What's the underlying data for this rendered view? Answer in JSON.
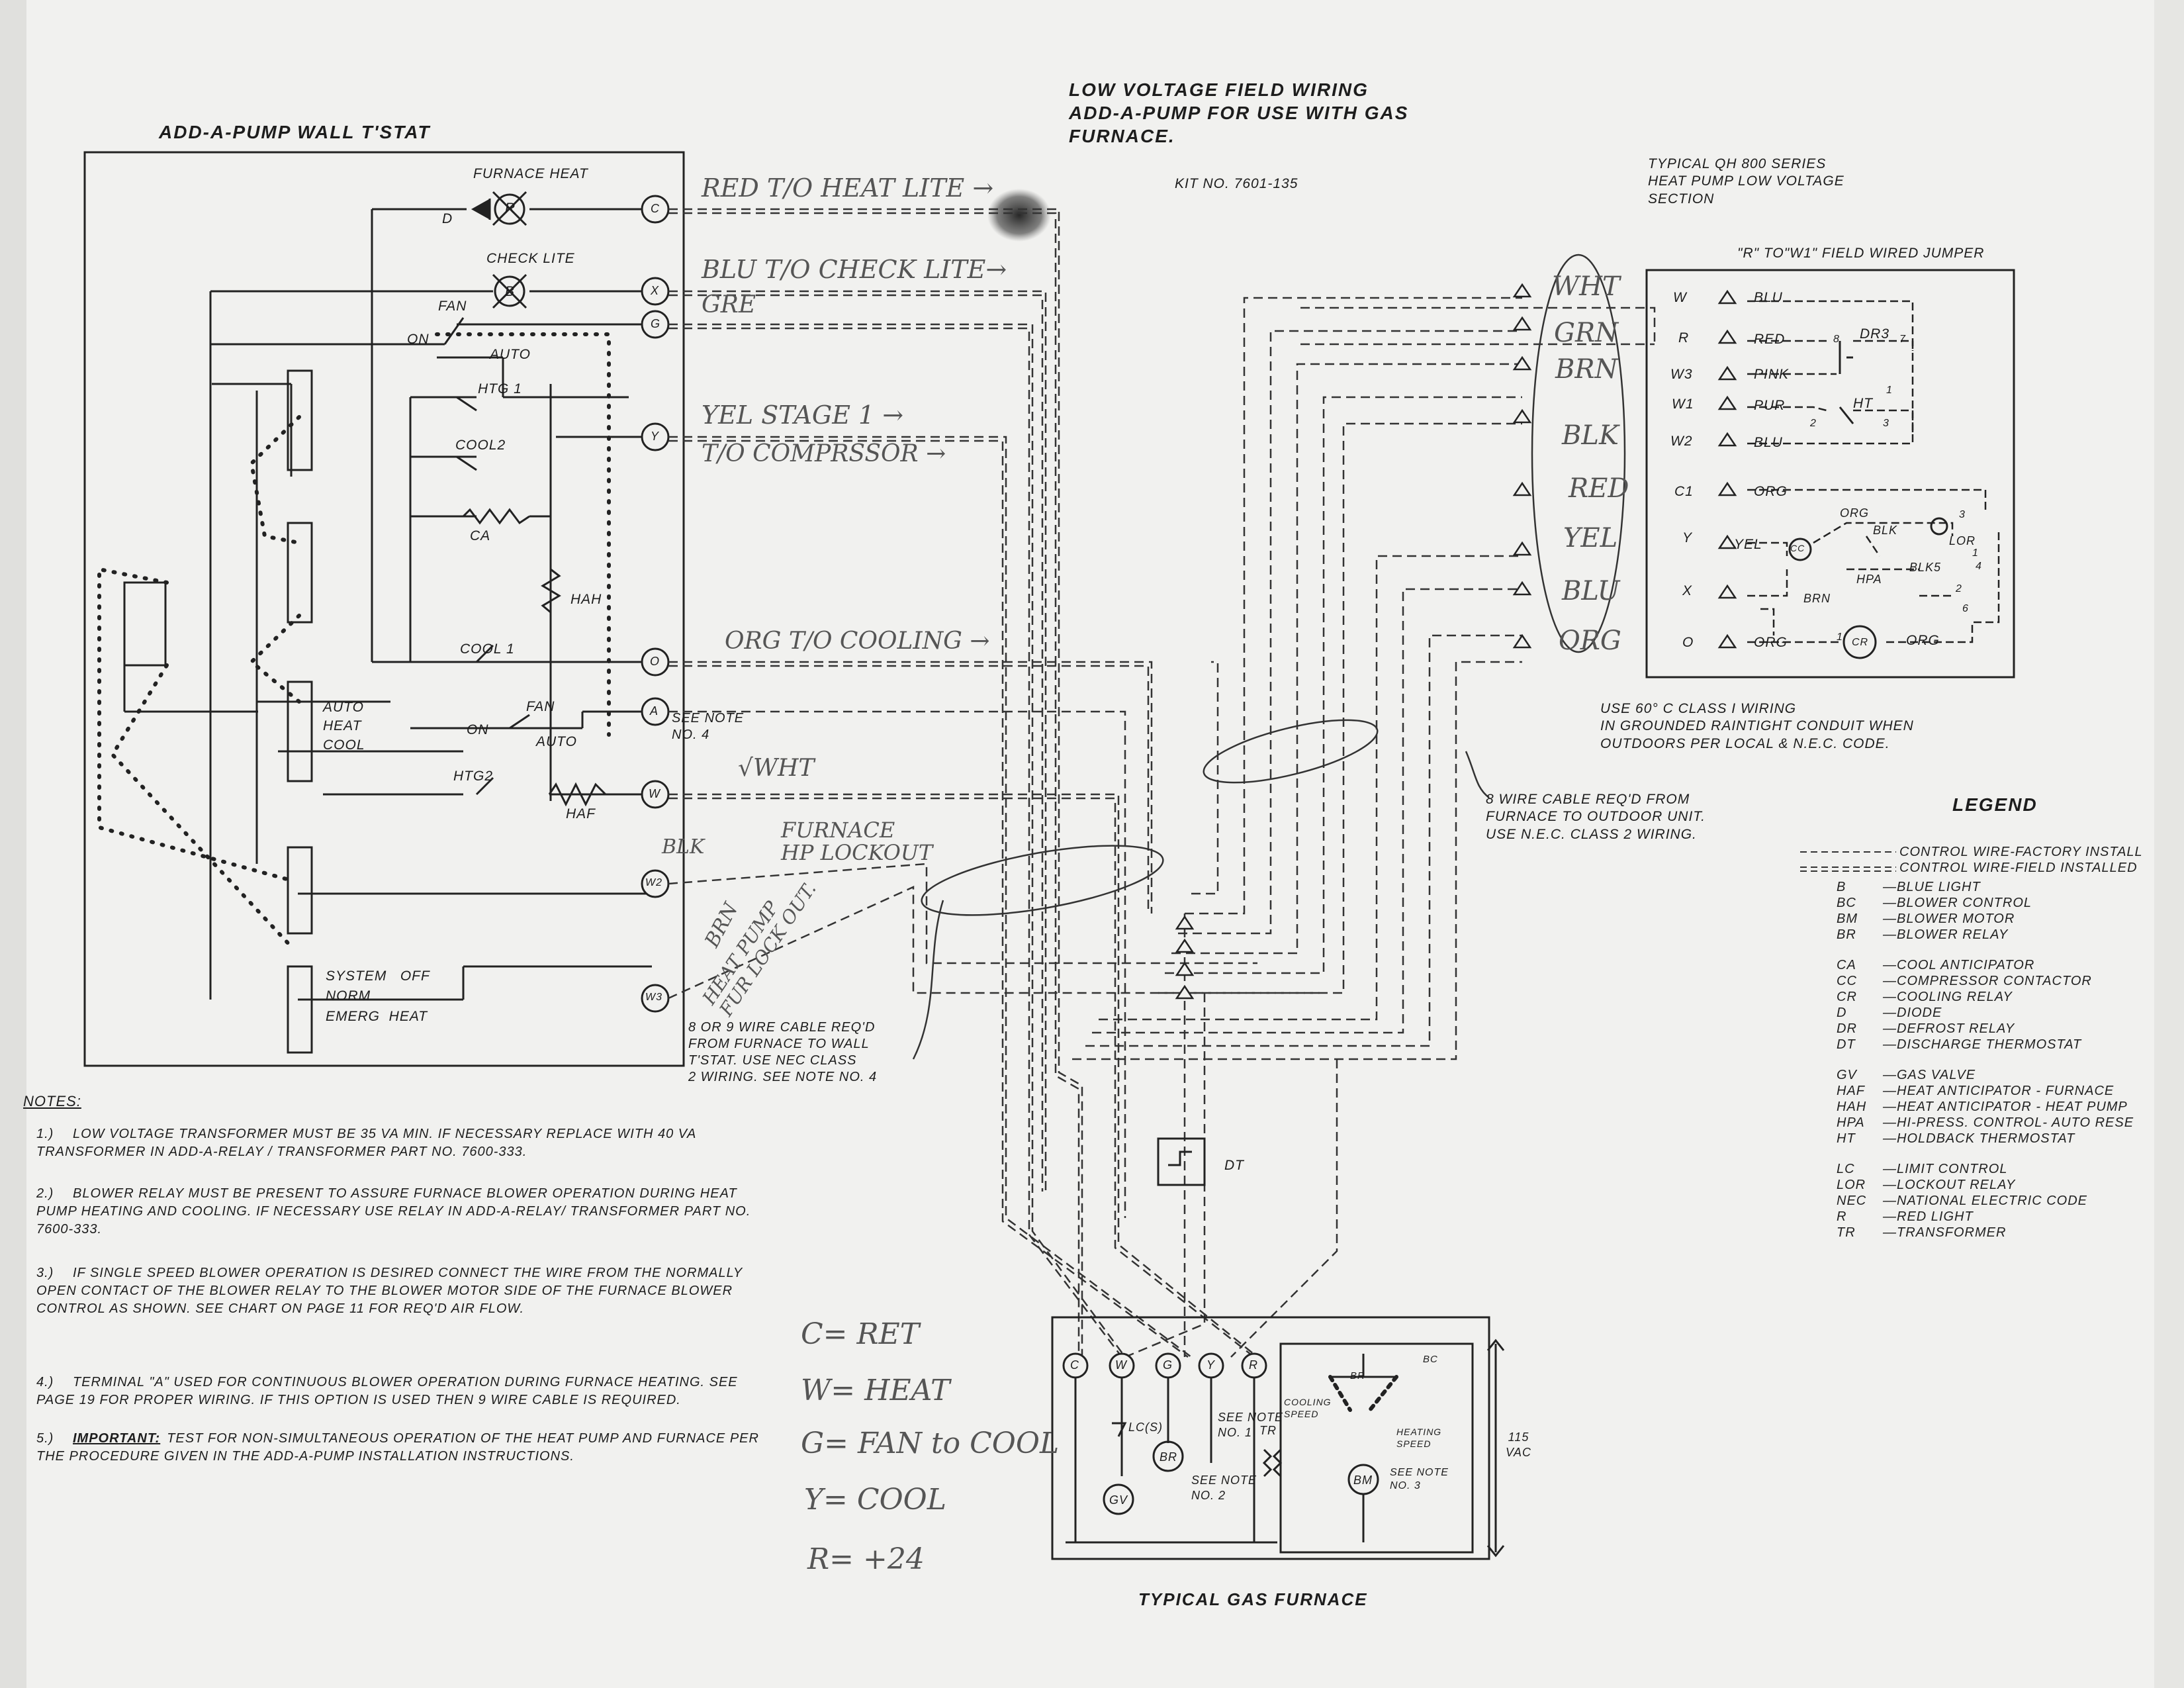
{
  "titles": {
    "main": [
      "LOW VOLTAGE FIELD WIRING",
      "ADD-A-PUMP FOR USE WITH GAS",
      "FURNACE."
    ],
    "kit": "KIT NO. 7601-135",
    "tstat": "ADD-A-PUMP WALL T'STAT",
    "heat_pump": [
      "TYPICAL QH 800 SERIES",
      "HEAT PUMP LOW VOLTAGE",
      "SECTION"
    ],
    "jumper": "\"R\" TO\"W1\" FIELD WIRED JUMPER",
    "furnace": "TYPICAL GAS FURNACE"
  },
  "thermostat": {
    "furnace_heat": "FURNACE HEAT",
    "check_lite": "CHECK LITE",
    "d": "D",
    "fan": "FAN",
    "r": "R",
    "b": "B",
    "on": "ON",
    "auto": "AUTO",
    "htg1": "HTG 1",
    "cool2": "COOL2",
    "ca": "CA",
    "hah": "HAH",
    "cool1": "COOL 1",
    "fan2": "FAN",
    "on2": "ON",
    "auto2": "AUTO",
    "auto_heat_cool": [
      "AUTO",
      "HEAT",
      "COOL"
    ],
    "htg2": "HTG2",
    "haf": "HAF",
    "system": [
      "SYSTEM   OFF",
      "NORM",
      "EMERG  HEAT"
    ],
    "see_note4": [
      "SEE NOTE",
      "NO. 4"
    ],
    "cable_note": [
      "8 OR 9 WIRE CABLE REQ'D",
      "FROM FURNACE TO WALL",
      "T'STAT. USE NEC CLASS",
      "2 WIRING. SEE NOTE No. 4"
    ],
    "terminals": [
      "C",
      "X",
      "G",
      "Y",
      "O",
      "A",
      "W",
      "W2",
      "W3"
    ]
  },
  "heat_pump": {
    "terminals": [
      "W",
      "R",
      "W3",
      "W1",
      "W2",
      "C1",
      "Y",
      "X",
      "O"
    ],
    "wires": [
      "BLU",
      "RED",
      "PINK",
      "PUR",
      "BLU",
      "ORG",
      "YEL",
      "",
      "ORG"
    ],
    "dr3": "DR3",
    "dr_nums": [
      "8",
      "7"
    ],
    "ht": "HT",
    "ht_nums": [
      "1",
      "2",
      "3"
    ],
    "org": "ORG",
    "blk": "BLK",
    "lor": "LOR",
    "lor_nums": [
      "3",
      "1"
    ],
    "hpa": "HPA",
    "blk5": "BLK5",
    "num4": "4",
    "brn": "BRN",
    "r_small": "2",
    "r_small2": "6",
    "cc": "CC",
    "cr": "CR",
    "org2": "ORG",
    "org3": "ORG",
    "one": "1"
  },
  "cable_notes": {
    "outdoor": [
      "USE 60° C CLASS I WIRING",
      "IN GROUNDED RAINTIGHT CONDUIT WHEN",
      "OUTDOORS PER LOCAL & N.E.C. CODE."
    ],
    "eight_wire": [
      "8 WIRE CABLE REQ'D FROM",
      "FURNACE TO OUTDOOR UNIT.",
      "USE N.E.C. CLASS 2 WIRING."
    ]
  },
  "furnace": {
    "terminals": [
      "C",
      "W",
      "G",
      "Y",
      "R"
    ],
    "lcs": "LC(S)",
    "br": "BR",
    "gv": "GV",
    "see_note1": [
      "SEE NOTE",
      "No. 1"
    ],
    "see_note2": [
      "SEE NOTE",
      "No. 2"
    ],
    "tr": "TR",
    "cooling_speed": [
      "COOLING",
      "SPEED"
    ],
    "heating_speed": [
      "HEATING",
      "SPEED"
    ],
    "br2": "BR",
    "bc": "BC",
    "bm": "BM",
    "see_note3": [
      "SEE NOTE",
      "No. 3"
    ],
    "vac": [
      "115",
      "VAC"
    ],
    "dt": "DT"
  },
  "legend": {
    "title": "LEGEND",
    "lines": [
      {
        "style": "dashed-single",
        "text": "CONTROL WIRE-FACTORY INSTALL"
      },
      {
        "style": "dashed-double",
        "text": "CONTROL WIRE-FIELD INSTALLED"
      }
    ],
    "groups": [
      [
        [
          "B",
          "BLUE LIGHT"
        ],
        [
          "BC",
          "BLOWER CONTROL"
        ],
        [
          "BM",
          "BLOWER MOTOR"
        ],
        [
          "BR",
          "BLOWER RELAY"
        ]
      ],
      [
        [
          "CA",
          "COOL ANTICIPATOR"
        ],
        [
          "CC",
          "COMPRESSOR CONTACTOR"
        ],
        [
          "CR",
          "COOLING RELAY"
        ],
        [
          "D",
          "DIODE"
        ],
        [
          "DR",
          "DEFROST RELAY"
        ],
        [
          "DT",
          "DISCHARGE THERMOSTAT"
        ]
      ],
      [
        [
          "GV",
          "GAS VALVE"
        ],
        [
          "HAF",
          "HEAT ANTICIPATOR - FURNACE"
        ],
        [
          "HAH",
          "HEAT ANTICIPATOR - HEAT PUMP"
        ],
        [
          "HPA",
          "HI-PRESS. CONTROL- AUTO RESE"
        ],
        [
          "HT",
          "HOLDBACK THERMOSTAT"
        ]
      ],
      [
        [
          "LC",
          "LIMIT CONTROL"
        ],
        [
          "LOR",
          "LOCKOUT RELAY"
        ],
        [
          "NEC",
          "NATIONAL ELECTRIC CODE"
        ],
        [
          "R",
          "RED LIGHT"
        ],
        [
          "TR",
          "TRANSFORMER"
        ]
      ]
    ]
  },
  "notes": {
    "title": "NOTES:",
    "items": [
      {
        "num": "1.)",
        "text": "LOW VOLTAGE TRANSFORMER MUST BE 35 VA MIN. IF NECESSARY REPLACE WITH 40 VA TRANSFORMER IN ADD-A-RELAY / TRANSFORMER PART No. 7600-333."
      },
      {
        "num": "2.)",
        "text": "BLOWER RELAY MUST BE PRESENT TO ASSURE FURNACE BLOWER OPERATION DURING HEAT PUMP HEATING AND COOLING. IF NECESSARY USE RELAY IN ADD-A-RELAY/ TRANSFORMER PART No. 7600-333."
      },
      {
        "num": "3.)",
        "text": "IF SINGLE SPEED BLOWER OPERATION IS DESIRED CONNECT THE WIRE FROM THE NORMALLY OPEN CONTACT OF THE BLOWER RELAY TO THE BLOWER MOTOR SIDE OF THE FURNACE BLOWER CONTROL AS SHOWN. SEE CHART ON PAGE 11 FOR REQ'D AIR FLOW."
      },
      {
        "num": "4.)",
        "text": "TERMINAL \"A\" USED FOR CONTINUOUS BLOWER OPERATION DURING FURNACE HEATING. SEE PAGE 19 FOR PROPER WIRING. IF THIS OPTION IS USED THEN 9 WIRE CABLE IS REQUIRED."
      },
      {
        "num": "5.)",
        "label": "IMPORTANT:",
        "text": "TEST FOR NON-SIMULTANEOUS OPERATION OF THE HEAT PUMP AND FURNACE PER THE PROCEDURE GIVEN IN THE ADD-A-PUMP INSTALLATION INSTRUCTIONS."
      }
    ]
  },
  "handwritten": {
    "red": "RED T/O HEAT LITE →",
    "blu": "BLU T/O CHECK LITE→",
    "gre": "GRE",
    "yel": "YEL STAGE 1 →",
    "comp": "T/O COMPRSSOR →",
    "org": "ORG  T/O COOLING →",
    "wht_left": "√WHT",
    "blk": "BLK",
    "furnace_hp": [
      "FURNACE",
      "HP LOCKOUT"
    ],
    "brn": "BRN",
    "heat_pump_lockout": [
      "HEAT PUMP",
      "FUR LOCK OUT."
    ],
    "cable_colors": [
      "WHT",
      "GRN",
      "BRN",
      "BLK",
      "RED",
      "YEL",
      "BLU",
      "ORG"
    ],
    "legend_c": "C= RET",
    "legend_w": "W= HEAT",
    "legend_g": "G= FAN to COOL",
    "legend_y": "Y= COOL",
    "legend_r": "R= +24"
  }
}
